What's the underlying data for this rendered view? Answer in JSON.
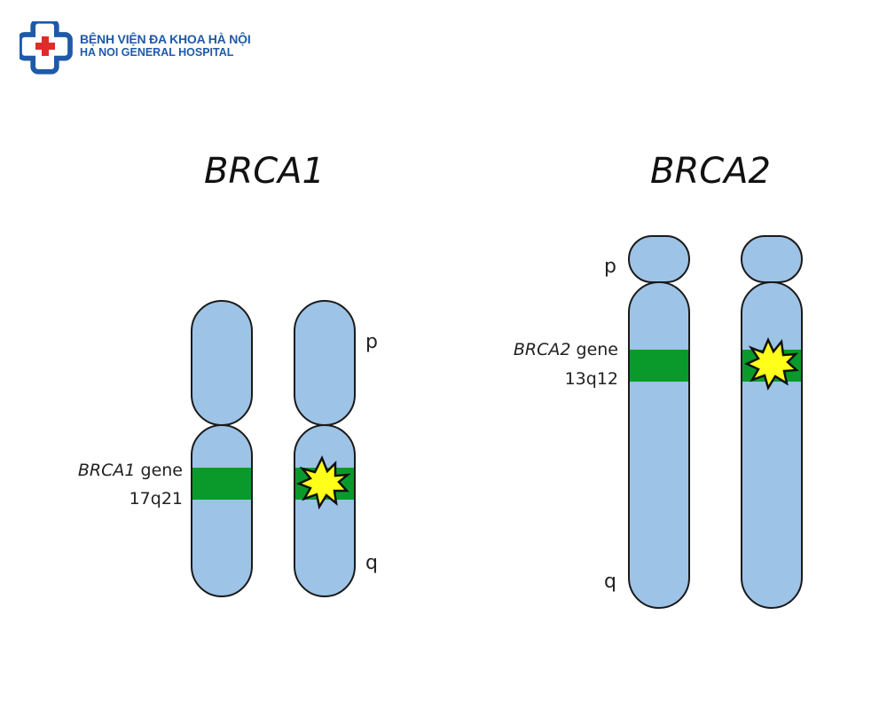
{
  "header": {
    "logo_line1": "BỆNH VIỆN ĐA KHOA HÀ NỘI",
    "logo_line2": "HA NOI GENERAL HOSPITAL",
    "logo_icon": "medical-cross-icon"
  },
  "colors": {
    "chromosome_fill": "#9dc3e6",
    "chromosome_stroke": "#1a1a1a",
    "gene_band": "#0a9a2c",
    "mutation_burst": "#ffff1a",
    "logo_blue": "#1e5aa8",
    "logo_red": "#e02b2b"
  },
  "brca1": {
    "title": "BRCA1",
    "gene_name": "BRCA1",
    "gene_suffix": " gene",
    "locus": "17q21",
    "p_label": "p",
    "q_label": "q"
  },
  "brca2": {
    "title": "BRCA2",
    "gene_name": "BRCA2",
    "gene_suffix": " gene",
    "locus": "13q12",
    "p_label": "p",
    "q_label": "q"
  }
}
